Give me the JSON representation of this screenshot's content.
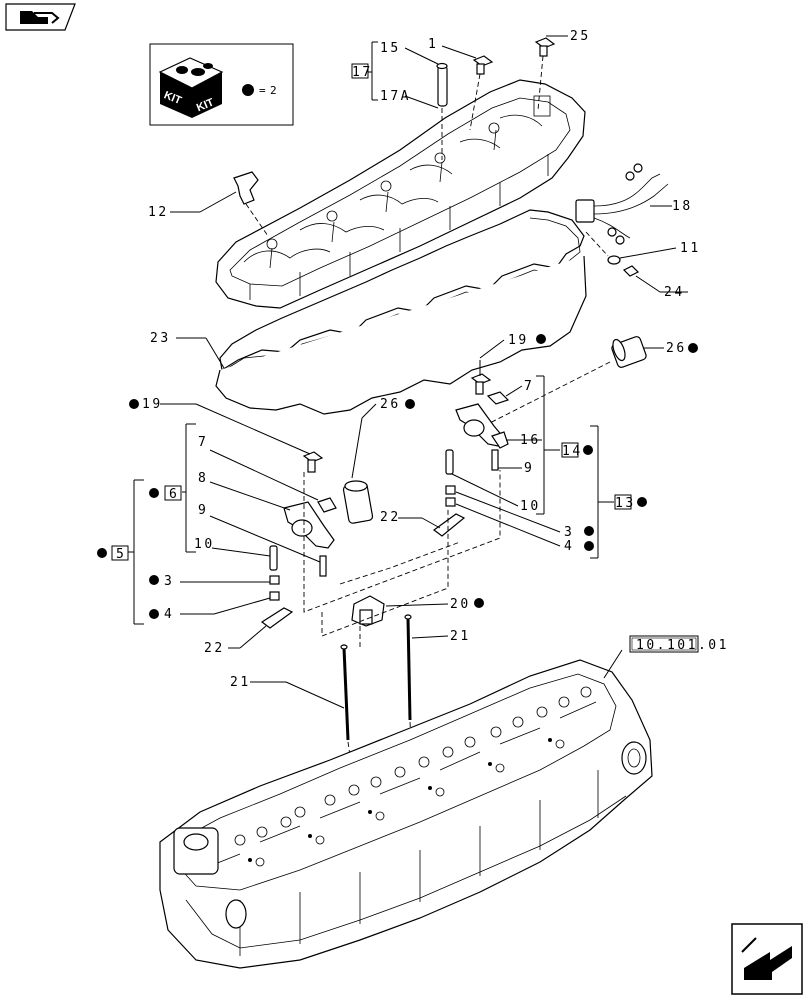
{
  "kit_box": {
    "kit_text_1": "KIT",
    "kit_text_2": "KIT",
    "equals": "=",
    "qty": "2"
  },
  "callouts": {
    "c1": "1",
    "c25": "25",
    "c15": "15",
    "c17": "17",
    "c17a": "17A",
    "c12": "12",
    "c18": "18",
    "c11": "11",
    "c24": "24",
    "c23": "23",
    "c19a": "19",
    "c26a": "26",
    "c7a": "7",
    "c16": "16",
    "c14": "14",
    "c9a": "9",
    "c10a": "10",
    "c3a": "3",
    "c4a": "4",
    "c13": "13",
    "c19b": "19",
    "c26b": "26",
    "c7b": "7",
    "c8": "8",
    "c6": "6",
    "c9b": "9",
    "c10b": "10",
    "c5": "5",
    "c3b": "3",
    "c4b": "4",
    "c22a": "22",
    "c22b": "22",
    "c20": "20",
    "c21a": "21",
    "c21b": "21",
    "ref": "10.101.01"
  }
}
